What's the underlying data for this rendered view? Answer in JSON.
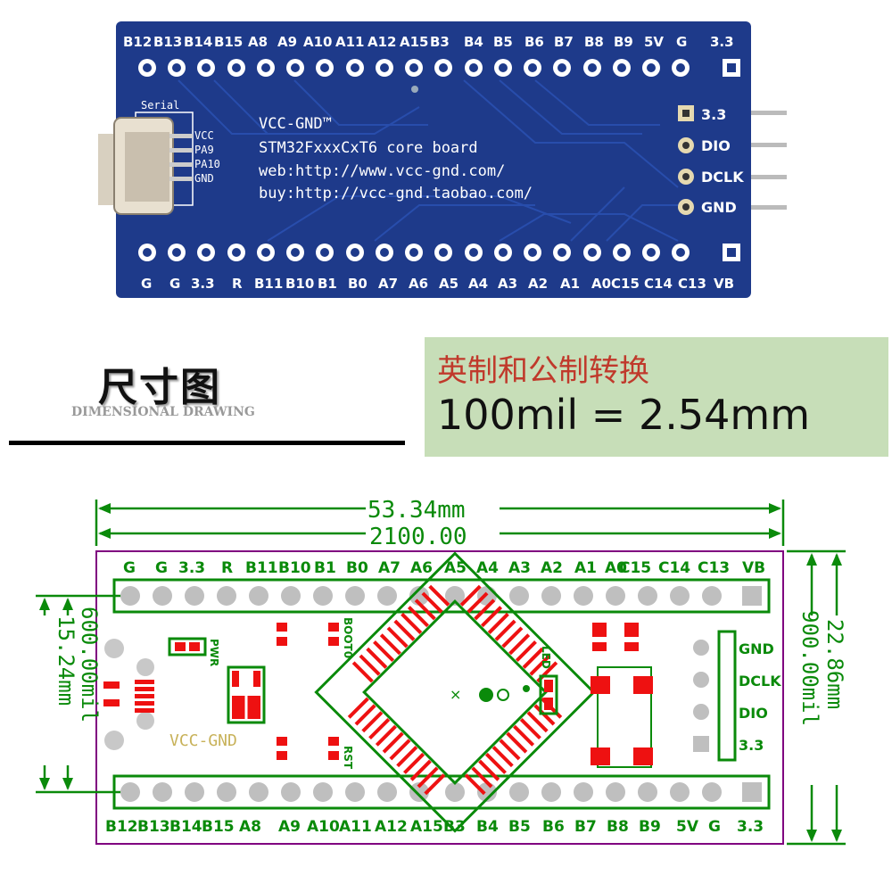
{
  "board": {
    "brand": "VCC-GND™",
    "model": "STM32FxxxCxT6 core board",
    "web": "web:http://www.vcc-gnd.com/",
    "buy": "buy:http://vcc-gnd.taobao.com/",
    "serial_label": "Serial",
    "serial_pins": [
      "VCC",
      "PA9",
      "PA10",
      "GND"
    ],
    "swd_pins": [
      "3.3",
      "DIO",
      "DCLK",
      "GND"
    ],
    "top_row_labels": [
      "B12",
      "B13",
      "B14",
      "B15",
      "A8",
      "A9",
      "A10",
      "A11",
      "A12",
      "A15",
      "B3",
      "B4",
      "B5",
      "B6",
      "B7",
      "B8",
      "B9",
      "5V",
      "G",
      "3.3"
    ],
    "bottom_row_labels": [
      "G",
      "G",
      "3.3",
      "R",
      "B11",
      "B10",
      "B1",
      "B0",
      "A7",
      "A6",
      "A5",
      "A4",
      "A3",
      "A2",
      "A1",
      "A0",
      "C15",
      "C14",
      "C13",
      "VB"
    ]
  },
  "section": {
    "title": "尺寸图",
    "subtitle": "DIMENSIONAL DRAWING"
  },
  "conversion": {
    "title": "英制和公制转换",
    "value": "100mil = 2.54mm"
  },
  "drawing": {
    "width_mm": "53.34mm",
    "width_mil": "2100.00",
    "height_mm": "22.86mm",
    "height_mil": "900.00mil",
    "pitch_mil": "600.00mil",
    "pitch_mm": "15.24mm",
    "logo": "VCC-GND",
    "pwr_label": "PWR",
    "boot_label": "BOOT0",
    "rst_label": "RST",
    "led_label": "LED",
    "swd_labels": [
      "GND",
      "DCLK",
      "DIO",
      "3.3"
    ],
    "top_labels": [
      "G",
      "G",
      "3.3",
      "R",
      "B11",
      "B10",
      "B1",
      "B0",
      "A7",
      "A6",
      "A5",
      "A4",
      "A3",
      "A2",
      "A1",
      "A0",
      "C15",
      "C14",
      "C13",
      "VB"
    ],
    "bottom_labels": [
      "B12",
      "B13",
      "B14",
      "B15",
      "A8",
      "A9",
      "A10",
      "A11",
      "A12",
      "A15",
      "B3",
      "B4",
      "B5",
      "B6",
      "B7",
      "B8",
      "B9",
      "5V",
      "G",
      "3.3"
    ]
  },
  "colors": {
    "pcb": "#1e3a8a",
    "silk_green": "#0a8a0a",
    "pad_red": "#ee1111",
    "outline": "#800080"
  }
}
